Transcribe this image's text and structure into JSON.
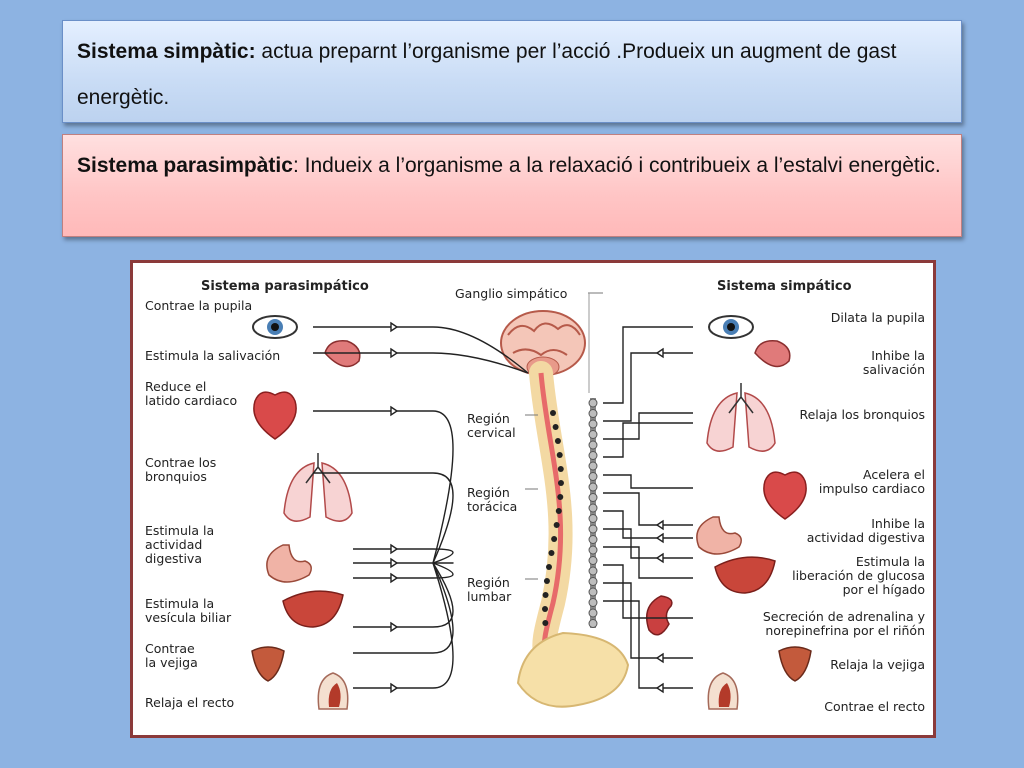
{
  "box1": {
    "title": "Sistema simpàtic:",
    "text": " actua preparnt l’organisme per l’acció .Produeix un augment de gast energètic."
  },
  "box2": {
    "title": "Sistema parasimpàtic",
    "text": ": Indueix a l’organisme a la relaxació i contribueix a l’estalvi energètic."
  },
  "diagram": {
    "left_header": "Sistema parasimpático",
    "right_header": "Sistema simpático",
    "ganglio": "Ganglio simpático",
    "regions": [
      {
        "l1": "Región",
        "l2": "cervical"
      },
      {
        "l1": "Región",
        "l2": "torácica"
      },
      {
        "l1": "Región",
        "l2": "lumbar"
      }
    ],
    "left_labels": [
      {
        "l1": "Contrae la pupila",
        "l2": ""
      },
      {
        "l1": "Estimula la salivación",
        "l2": ""
      },
      {
        "l1": "Reduce el",
        "l2": "latido cardiaco"
      },
      {
        "l1": "Contrae los",
        "l2": "bronquios"
      },
      {
        "l1": "Estimula la",
        "l2": "actividad",
        "l3": "digestiva"
      },
      {
        "l1": "Estimula la",
        "l2": "vesícula biliar"
      },
      {
        "l1": "Contrae",
        "l2": "la vejiga"
      },
      {
        "l1": "Relaja el recto",
        "l2": ""
      }
    ],
    "right_labels": [
      {
        "l1": "Dilata la pupila",
        "l2": ""
      },
      {
        "l1": "Inhibe la",
        "l2": "salivación"
      },
      {
        "l1": "Relaja los bronquios",
        "l2": ""
      },
      {
        "l1": "Acelera el",
        "l2": "impulso cardiaco"
      },
      {
        "l1": "Inhibe la",
        "l2": "actividad digestiva"
      },
      {
        "l1": "Estimula la",
        "l2": "liberación de glucosa",
        "l3": "por el hígado"
      },
      {
        "l1": "Secreción de adrenalina y",
        "l2": "norepinefrina por el riñón"
      },
      {
        "l1": "Relaja la vejiga",
        "l2": ""
      },
      {
        "l1": "Contrae el recto",
        "l2": ""
      }
    ]
  }
}
